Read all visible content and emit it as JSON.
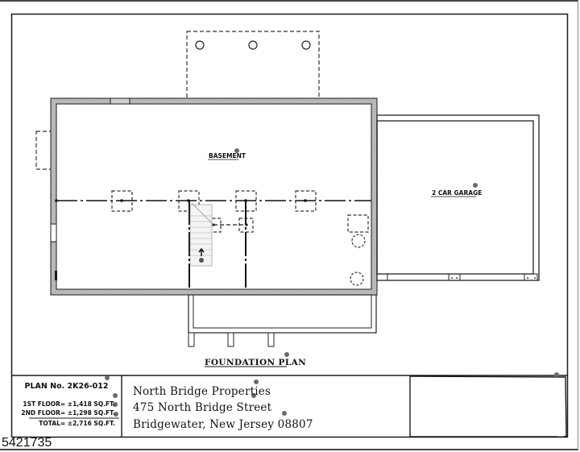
{
  "drawing": {
    "title": "FOUNDATION PLAN",
    "rooms": [
      {
        "id": "basement",
        "label": "BASEMENT"
      },
      {
        "id": "garage",
        "label": "2 CAR GARAGE"
      }
    ]
  },
  "title_block": {
    "plan_number": "PLAN No. 2K26-012",
    "floors": [
      {
        "label": "1ST FLOOR= ±1,418 SQ.FT."
      },
      {
        "label": "2ND FLOOR= ±1,298 SQ.FT."
      },
      {
        "label": "TOTAL= ±2,716 SQ.FT."
      }
    ],
    "company": "North  Bridge Properties",
    "street": "475 North Bridge Street",
    "city": "Bridgewater, New Jersey 08807"
  },
  "listing_id": "5421735",
  "colors": {
    "line": "#1a1a1a",
    "wall_hatch": "#b8b8b8",
    "marker": "#6b6b6b"
  }
}
